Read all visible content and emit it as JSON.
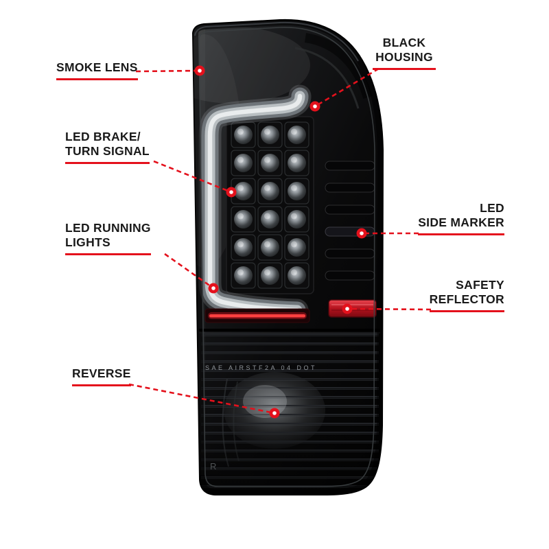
{
  "figure": {
    "description": "Annotated smoked LED tail light product callout diagram"
  },
  "callouts": {
    "smoke_lens": {
      "label": "SMOKE LENS"
    },
    "black_housing": {
      "line1": "BLACK",
      "line2": "HOUSING"
    },
    "led_brake_turn": {
      "line1": "LED BRAKE/",
      "line2": "TURN SIGNAL"
    },
    "led_side_marker": {
      "line1": "LED",
      "line2": "SIDE MARKER"
    },
    "led_running_lights": {
      "line1": "LED RUNNING",
      "line2": "LIGHTS"
    },
    "safety_reflector": {
      "line1": "SAFETY",
      "line2": "REFLECTOR"
    },
    "reverse": {
      "label": "REVERSE"
    }
  },
  "product": {
    "lens_text": "SAE AIRSTF2A 04 DOT",
    "side_marking": "R"
  },
  "colors": {
    "callout_red": "#e4111c",
    "label_text": "#1a1a1a",
    "housing_black": "#0a0a0b",
    "reflector_red": "#c3121a",
    "background": "#ffffff"
  }
}
